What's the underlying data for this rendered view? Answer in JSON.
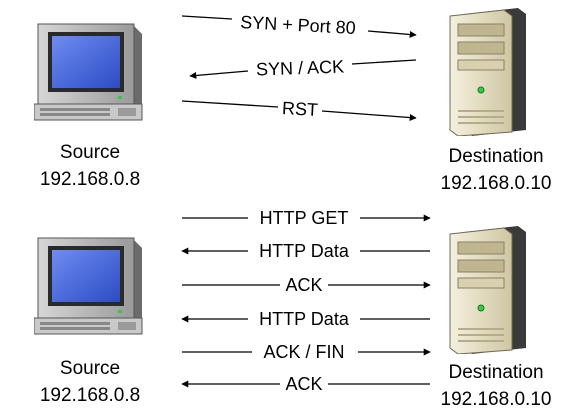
{
  "colors": {
    "background": "#ffffff",
    "line": "#000000",
    "computer_case": "#b9b9b9",
    "computer_screen": "#3f62d8",
    "server_case": "#e7e1c8",
    "server_shadow": "#2b2b2b"
  },
  "top_exchange": {
    "source": {
      "icon": "desktop-computer-icon",
      "name": "Source",
      "ip": "192.168.0.8"
    },
    "destination": {
      "icon": "server-tower-icon",
      "name": "Destination",
      "ip": "192.168.0.10"
    },
    "messages": [
      {
        "label": "SYN + Port 80",
        "direction": "right"
      },
      {
        "label": "SYN / ACK",
        "direction": "left"
      },
      {
        "label": "RST",
        "direction": "right"
      }
    ]
  },
  "bottom_exchange": {
    "source": {
      "icon": "desktop-computer-icon",
      "name": "Source",
      "ip": "192.168.0.8"
    },
    "destination": {
      "icon": "server-tower-icon",
      "name": "Destination",
      "ip": "192.168.0.10"
    },
    "messages": [
      {
        "label": "HTTP GET",
        "direction": "right"
      },
      {
        "label": "HTTP Data",
        "direction": "left"
      },
      {
        "label": "ACK",
        "direction": "right"
      },
      {
        "label": "HTTP Data",
        "direction": "left"
      },
      {
        "label": "ACK / FIN",
        "direction": "right"
      },
      {
        "label": "ACK",
        "direction": "left"
      }
    ]
  }
}
